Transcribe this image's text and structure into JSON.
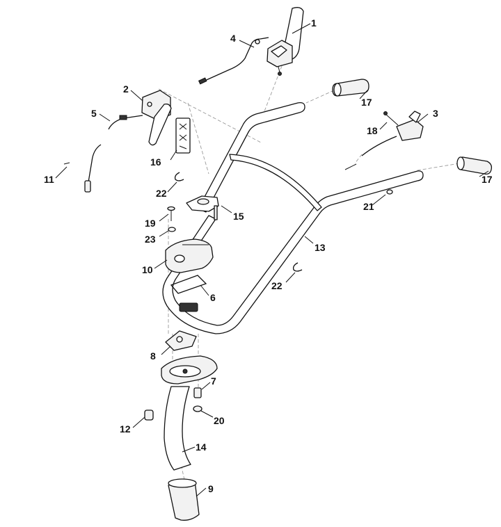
{
  "diagram": {
    "callouts": [
      "1",
      "2",
      "3",
      "4",
      "5",
      "6",
      "7",
      "8",
      "9",
      "10",
      "11",
      "12",
      "13",
      "14",
      "15",
      "16",
      "17",
      "17",
      "18",
      "19",
      "20",
      "21",
      "22",
      "22",
      "23"
    ]
  }
}
